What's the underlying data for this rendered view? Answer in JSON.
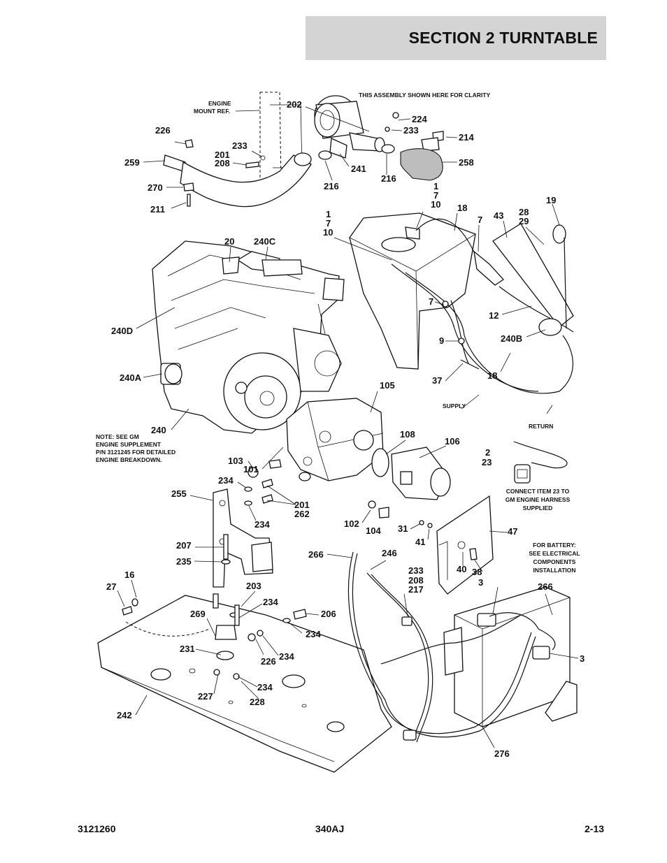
{
  "header": {
    "section_title": "SECTION 2   TURNTABLE"
  },
  "notes": {
    "clarity": "THIS ASSEMBLY SHOWN HERE FOR CLARITY",
    "engine_mount": [
      "ENGINE",
      "MOUNT REF."
    ],
    "gm_note": [
      "NOTE: SEE GM",
      "ENGINE SUPPLEMENT",
      "P/N 3121245 FOR DETAILED",
      "ENGINE BREAKDOWN."
    ],
    "supply": "SUPPLY",
    "return": "RETURN",
    "connect": [
      "CONNECT ITEM 23 TO",
      "GM ENGINE HARNESS",
      "SUPPLIED"
    ],
    "battery": [
      "FOR BATTERY:",
      "SEE ELECTRICAL",
      "COMPONENTS",
      "INSTALLATION"
    ]
  },
  "callouts": [
    {
      "id": "c202",
      "text": "202"
    },
    {
      "id": "c224",
      "text": "224"
    },
    {
      "id": "c233a",
      "text": "233"
    },
    {
      "id": "c214",
      "text": "214"
    },
    {
      "id": "c226a",
      "text": "226"
    },
    {
      "id": "c233b",
      "text": "233"
    },
    {
      "id": "c201a",
      "text": "201"
    },
    {
      "id": "c208a",
      "text": "208"
    },
    {
      "id": "c259",
      "text": "259"
    },
    {
      "id": "c241",
      "text": "241"
    },
    {
      "id": "c216a",
      "text": "216"
    },
    {
      "id": "c216b",
      "text": "216"
    },
    {
      "id": "c258",
      "text": "258"
    },
    {
      "id": "c270",
      "text": "270"
    },
    {
      "id": "c211",
      "text": "211"
    },
    {
      "id": "c1a",
      "text": "1"
    },
    {
      "id": "c7a",
      "text": "7"
    },
    {
      "id": "c10a",
      "text": "10"
    },
    {
      "id": "c18a",
      "text": "18"
    },
    {
      "id": "c19",
      "text": "19"
    },
    {
      "id": "c1b",
      "text": "1"
    },
    {
      "id": "c7b",
      "text": "7"
    },
    {
      "id": "c10b",
      "text": "10"
    },
    {
      "id": "c7c",
      "text": "7"
    },
    {
      "id": "c43",
      "text": "43"
    },
    {
      "id": "c28",
      "text": "28"
    },
    {
      "id": "c29",
      "text": "29"
    },
    {
      "id": "c20",
      "text": "20"
    },
    {
      "id": "c240c",
      "text": "240C"
    },
    {
      "id": "c7d",
      "text": "7"
    },
    {
      "id": "c12",
      "text": "12"
    },
    {
      "id": "c240d",
      "text": "240D"
    },
    {
      "id": "c9",
      "text": "9"
    },
    {
      "id": "c240b",
      "text": "240B"
    },
    {
      "id": "c18b",
      "text": "18"
    },
    {
      "id": "c37",
      "text": "37"
    },
    {
      "id": "c240a",
      "text": "240A"
    },
    {
      "id": "c105",
      "text": "105"
    },
    {
      "id": "c240",
      "text": "240"
    },
    {
      "id": "c108",
      "text": "108"
    },
    {
      "id": "c106",
      "text": "106"
    },
    {
      "id": "c2",
      "text": "2"
    },
    {
      "id": "c23",
      "text": "23"
    },
    {
      "id": "c103",
      "text": "103"
    },
    {
      "id": "c101",
      "text": "101"
    },
    {
      "id": "c234a",
      "text": "234"
    },
    {
      "id": "c255",
      "text": "255"
    },
    {
      "id": "c201b",
      "text": "201"
    },
    {
      "id": "c262",
      "text": "262"
    },
    {
      "id": "c234b",
      "text": "234"
    },
    {
      "id": "c102",
      "text": "102"
    },
    {
      "id": "c104",
      "text": "104"
    },
    {
      "id": "c31",
      "text": "31"
    },
    {
      "id": "c47",
      "text": "47"
    },
    {
      "id": "c41",
      "text": "41"
    },
    {
      "id": "c207",
      "text": "207"
    },
    {
      "id": "c235",
      "text": "235"
    },
    {
      "id": "c266a",
      "text": "266"
    },
    {
      "id": "c246",
      "text": "246"
    },
    {
      "id": "c40",
      "text": "40"
    },
    {
      "id": "c38",
      "text": "38"
    },
    {
      "id": "c3a",
      "text": "3"
    },
    {
      "id": "c233c",
      "text": "233"
    },
    {
      "id": "c208b",
      "text": "208"
    },
    {
      "id": "c217",
      "text": "217"
    },
    {
      "id": "c16",
      "text": "16"
    },
    {
      "id": "c27",
      "text": "27"
    },
    {
      "id": "c203",
      "text": "203"
    },
    {
      "id": "c266b",
      "text": "266"
    },
    {
      "id": "c234c",
      "text": "234"
    },
    {
      "id": "c269",
      "text": "269"
    },
    {
      "id": "c206",
      "text": "206"
    },
    {
      "id": "c234d",
      "text": "234"
    },
    {
      "id": "c231",
      "text": "231"
    },
    {
      "id": "c226b",
      "text": "226"
    },
    {
      "id": "c234e",
      "text": "234"
    },
    {
      "id": "c3b",
      "text": "3"
    },
    {
      "id": "c234f",
      "text": "234"
    },
    {
      "id": "c227",
      "text": "227"
    },
    {
      "id": "c228",
      "text": "228"
    },
    {
      "id": "c242",
      "text": "242"
    },
    {
      "id": "c276",
      "text": "276"
    }
  ],
  "footer": {
    "doc_number": "3121260",
    "model": "340AJ",
    "page": "2-13"
  }
}
